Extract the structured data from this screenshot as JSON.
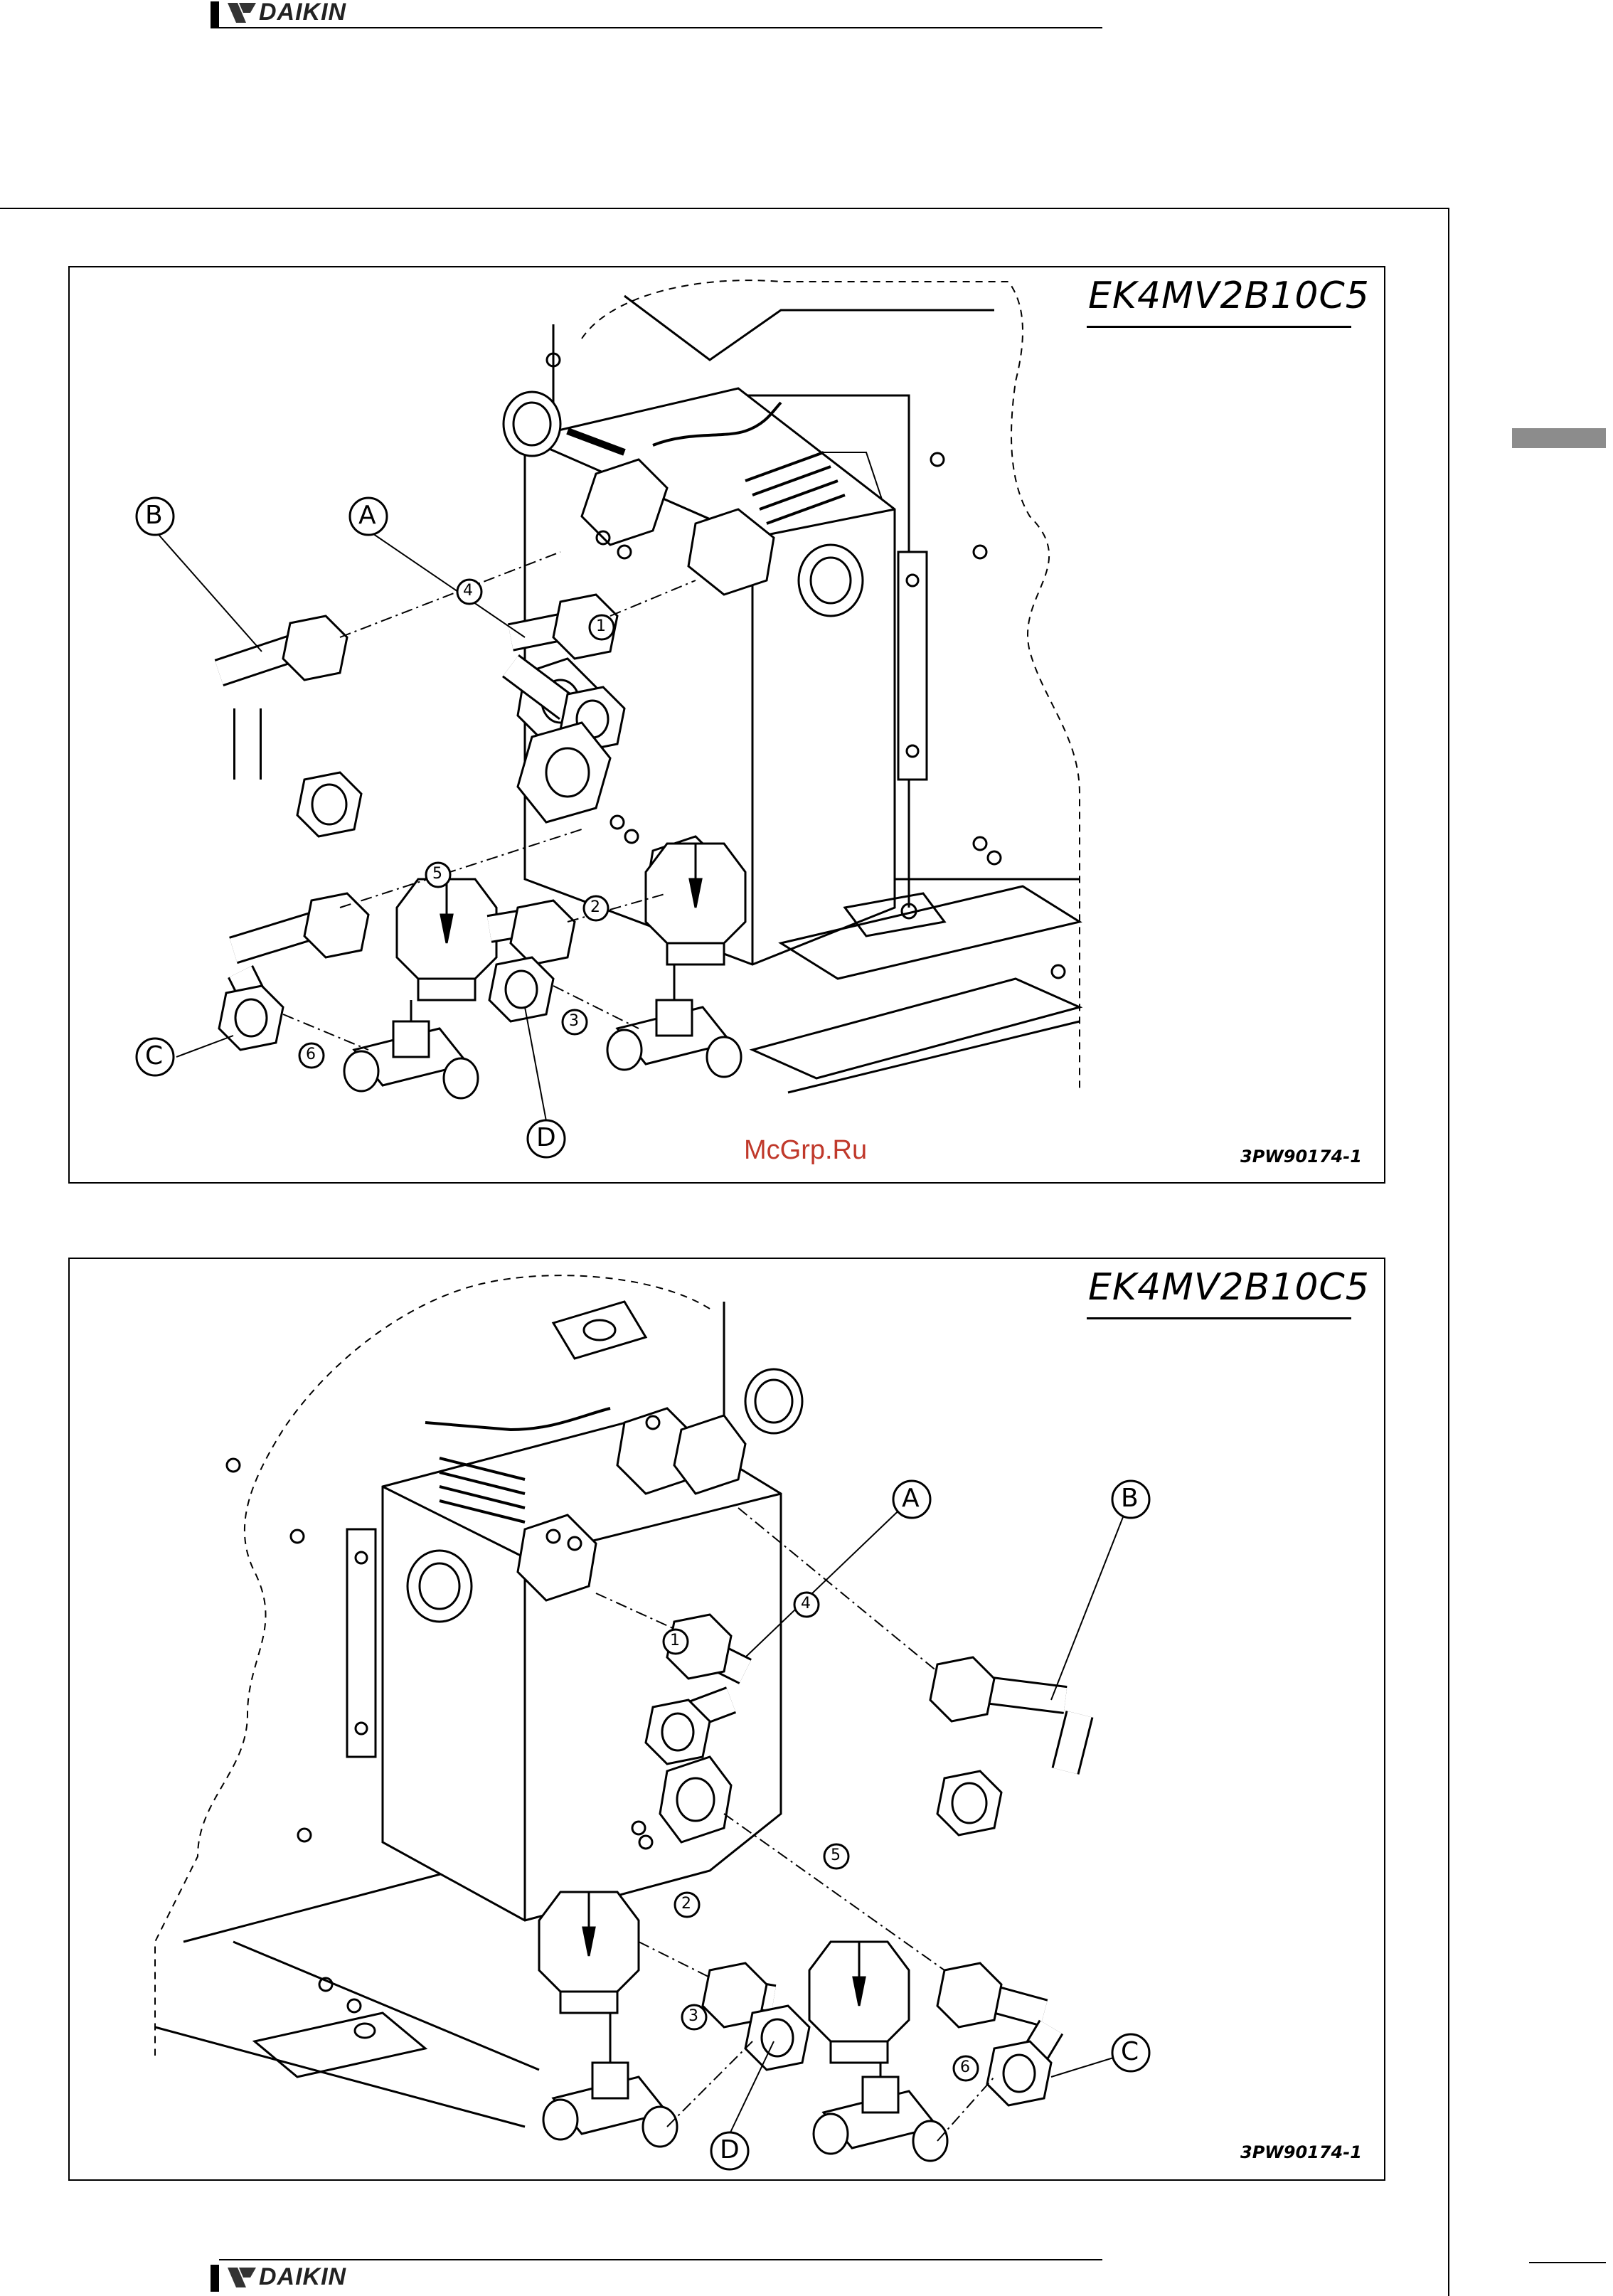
{
  "header": {
    "brand": "DAIKIN"
  },
  "footer": {
    "brand": "DAIKIN"
  },
  "watermark": "McGrp.Ru",
  "figures": [
    {
      "model": "EK4MV2B10C5",
      "code": "3PW90174-1",
      "callouts": [
        "A",
        "B",
        "C",
        "D"
      ],
      "steps": [
        "1",
        "2",
        "3",
        "4",
        "5",
        "6"
      ]
    },
    {
      "model": "EK4MV2B10C5",
      "code": "3PW90174-1",
      "callouts": [
        "A",
        "B",
        "C",
        "D"
      ],
      "steps": [
        "1",
        "2",
        "3",
        "4",
        "5",
        "6"
      ]
    }
  ]
}
